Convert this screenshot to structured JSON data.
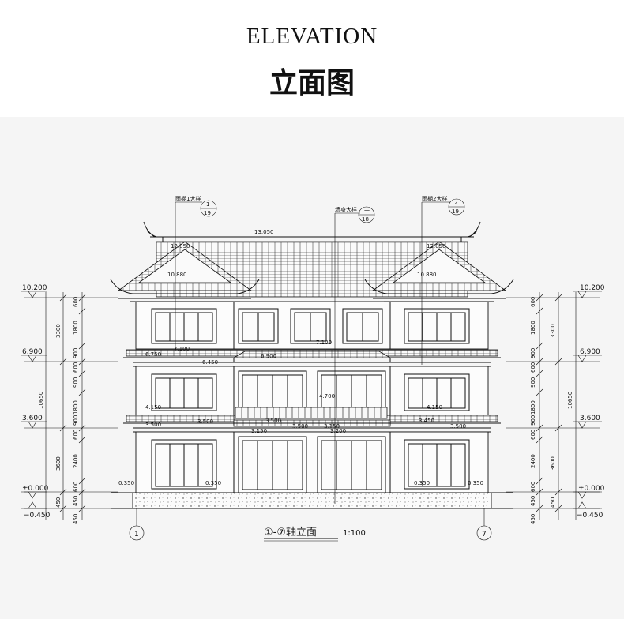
{
  "header": {
    "title_en": "ELEVATION",
    "title_cn": "立面图"
  },
  "levels_left": {
    "top": "10.200",
    "second": "6.900",
    "first": "3.600",
    "ground": "±0.000",
    "base": "−0.450"
  },
  "levels_right": {
    "top": "10.200",
    "second": "6.900",
    "first": "3.600",
    "ground": "±0.000",
    "base": "−0.450"
  },
  "dims_left_inner": [
    "600",
    "1800",
    "900",
    "600",
    "900",
    "1800",
    "900",
    "600",
    "2400",
    "600",
    "450"
  ],
  "dims_left_outer": [
    "3300",
    "10650",
    "3600",
    "450"
  ],
  "dims_right_inner": [
    "600",
    "1800",
    "900",
    "600",
    "900",
    "1800",
    "900",
    "600",
    "2400",
    "600",
    "450"
  ],
  "dims_right_outer": [
    "3300",
    "10650",
    "3600",
    "450"
  ],
  "building_elevations": {
    "ridge": "13.050",
    "left_gable": "10.880",
    "right_gable": "10.880",
    "roof_small_left": "12.050",
    "roof_small_right": "12.050",
    "eave_2f_left": "6.750",
    "eave_2f_mid": "7.100",
    "eave_2f_b": "6.450",
    "mid_2f": "6.900",
    "mid_2f_b": "7.100",
    "balcony": "4.700",
    "eave_1f_left": "4.150",
    "eave_1f_right": "4.150",
    "mid_1f": "3.500",
    "mid_1f_b": "3.500",
    "mid_1f_c": "3.450",
    "low_1": "3.500",
    "low_2": "3.150",
    "low_3": "3.500",
    "low_4": "3.200",
    "low_5": "3.500",
    "low_6": "3.150",
    "sill_left": "0.350",
    "sill_left_b": "0.350",
    "sill_right": "0.350",
    "sill_right_b": "0.350"
  },
  "callouts": [
    {
      "label": "雨棚1大样",
      "num": "1",
      "den": "19"
    },
    {
      "label": "墙身大样",
      "num": "一",
      "den": "18"
    },
    {
      "label": "雨棚2大样",
      "num": "2",
      "den": "19"
    }
  ],
  "axes": {
    "left": "1",
    "right": "7"
  },
  "caption": {
    "text": "①-⑦轴立面",
    "scale": "1:100"
  }
}
